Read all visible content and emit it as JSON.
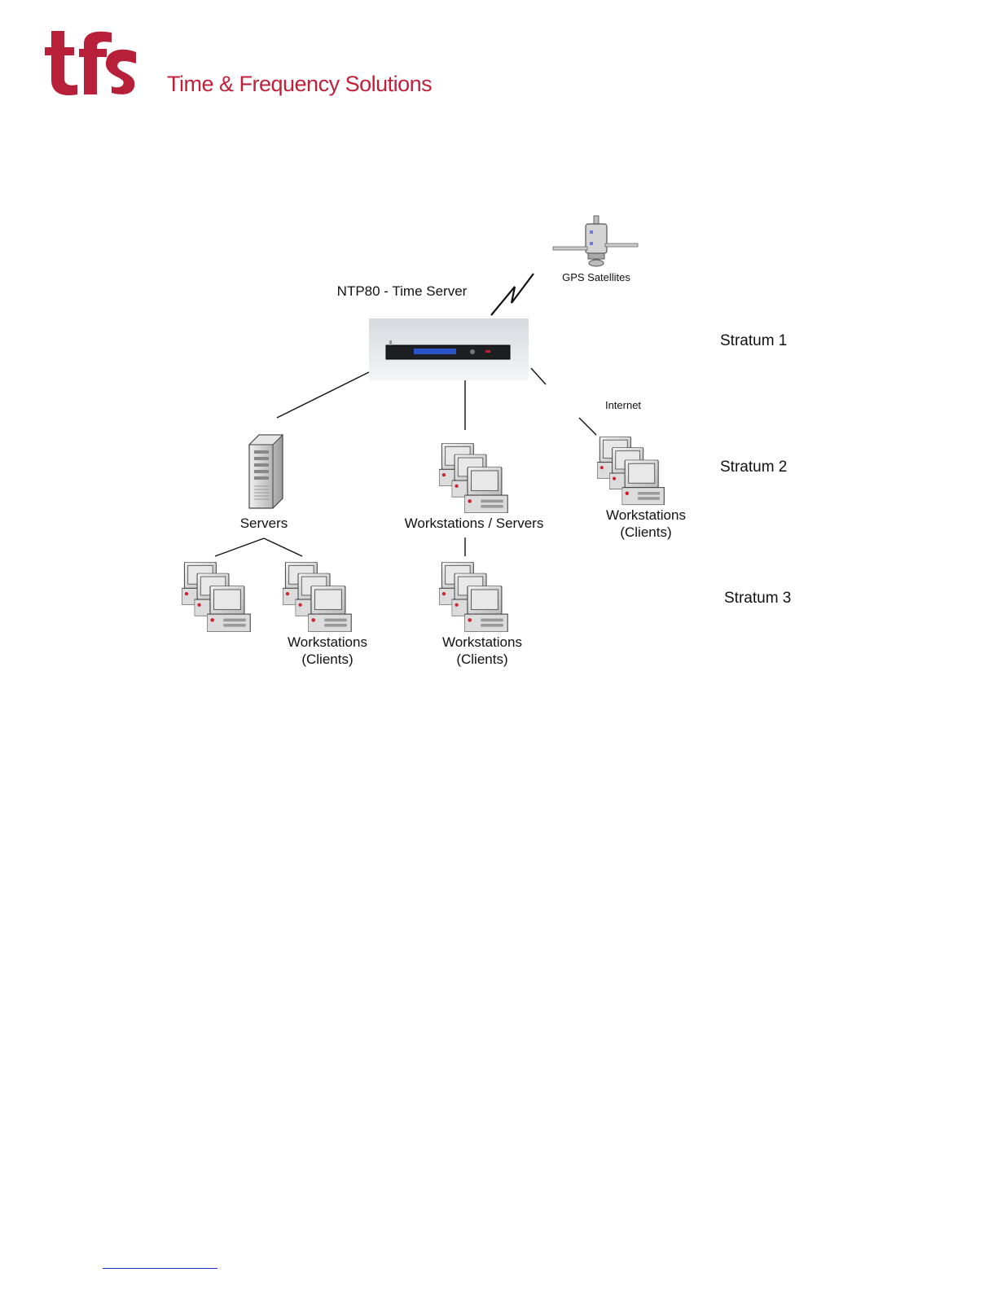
{
  "brand": {
    "wordmark": "Time & Frequency Solutions",
    "logo_letters": "tfs",
    "color": "#c0203a"
  },
  "diagram": {
    "gps_label": "GPS Satellites",
    "time_server_label": "NTP80 - Time Server",
    "internet_label": "Internet",
    "stratum1": "Stratum 1",
    "stratum2": "Stratum 2",
    "stratum3": "Stratum 3",
    "servers_label": "Servers",
    "ws_servers_label": "Workstations / Servers",
    "ws_clients_right": "Workstations\n(Clients)",
    "ws_clients_left": "Workstations\n(Clients)",
    "ws_clients_center": "Workstations\n(Clients)"
  },
  "icons": {
    "satellite": "satellite-icon",
    "lightning": "lightning-icon",
    "rack_server": "rack-server-icon",
    "tower_server": "tower-server-icon",
    "workstation_group": "workstation-group-icon"
  }
}
